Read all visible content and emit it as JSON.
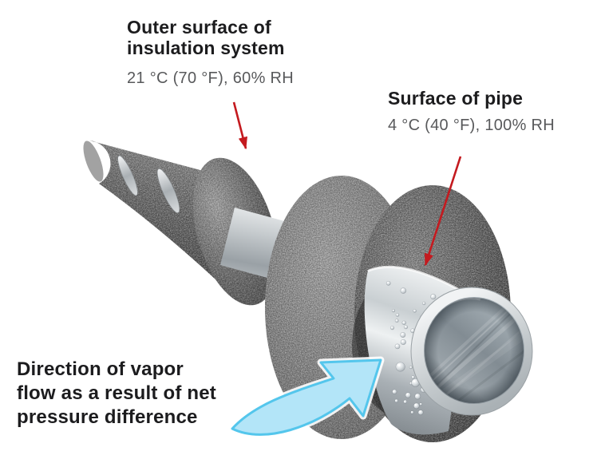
{
  "labels": {
    "outer_surface": {
      "title_lines": [
        "Outer surface of",
        "insulation system"
      ],
      "conditions": "21 °C (70 °F), 60% RH"
    },
    "pipe_surface": {
      "title": "Surface of pipe",
      "conditions": "4 °C (40 °F), 100% RH"
    },
    "vapor_flow": {
      "title_lines": [
        "Direction of vapor",
        "flow as a result of net",
        "pressure difference"
      ]
    }
  },
  "colors": {
    "background": "#ffffff",
    "heading_text": "#1c1c1e",
    "condition_text": "#58595b",
    "annotation_arrow_red": "#c41a1f",
    "vapor_arrow_fill": "#b3e5f8",
    "vapor_arrow_stroke": "#54c6ec",
    "insulation_dark": "#3c3c3c",
    "insulation_light": "#7b7b7b",
    "pipe_metal": "#c9cfd2"
  },
  "icons": {
    "red_annotation_arrow": "straight red pointer arrow",
    "vapor_flow_arrow": "curved cyan swoosh arrow"
  }
}
